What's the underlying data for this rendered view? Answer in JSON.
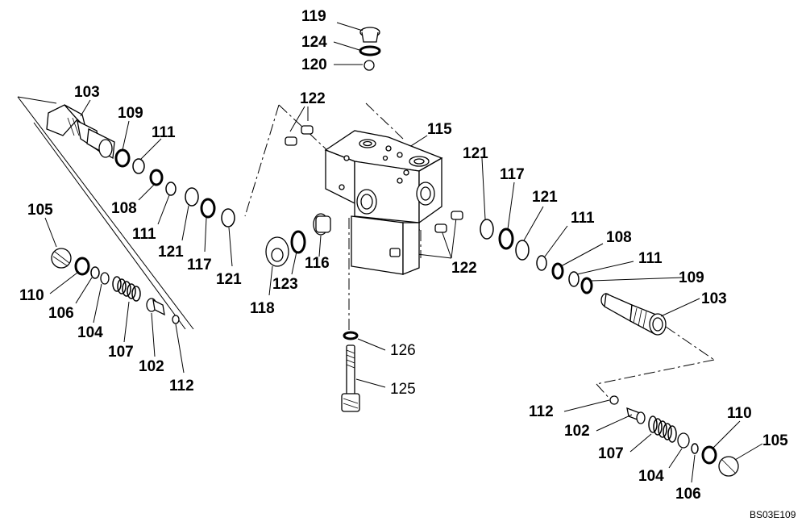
{
  "drawing_code": "BS03E109",
  "callouts": {
    "c119": "119",
    "c124": "124",
    "c120": "120",
    "c103_left": "103",
    "c109_left": "109",
    "c111_left_a": "111",
    "c122_top": "122",
    "c115": "115",
    "c108_left": "108",
    "c111_left_b": "111",
    "c121_left_a": "121",
    "c117_left": "117",
    "c121_left_b": "121",
    "c105_left": "105",
    "c110_left": "110",
    "c106_left": "106",
    "c104_left": "104",
    "c107_left": "107",
    "c102_left": "102",
    "c112_left": "112",
    "c118": "118",
    "c123": "123",
    "c116": "116",
    "c122_bottom": "122",
    "c121_right_a": "121",
    "c117_right": "117",
    "c121_right_b": "121",
    "c111_right_a": "111",
    "c108_right": "108",
    "c111_right_b": "111",
    "c109_right": "109",
    "c103_right": "103",
    "c126": "126",
    "c125": "125",
    "c112_right": "112",
    "c102_right": "102",
    "c107_right": "107",
    "c104_right": "104",
    "c106_right": "106",
    "c110_right": "110",
    "c105_right": "105"
  }
}
